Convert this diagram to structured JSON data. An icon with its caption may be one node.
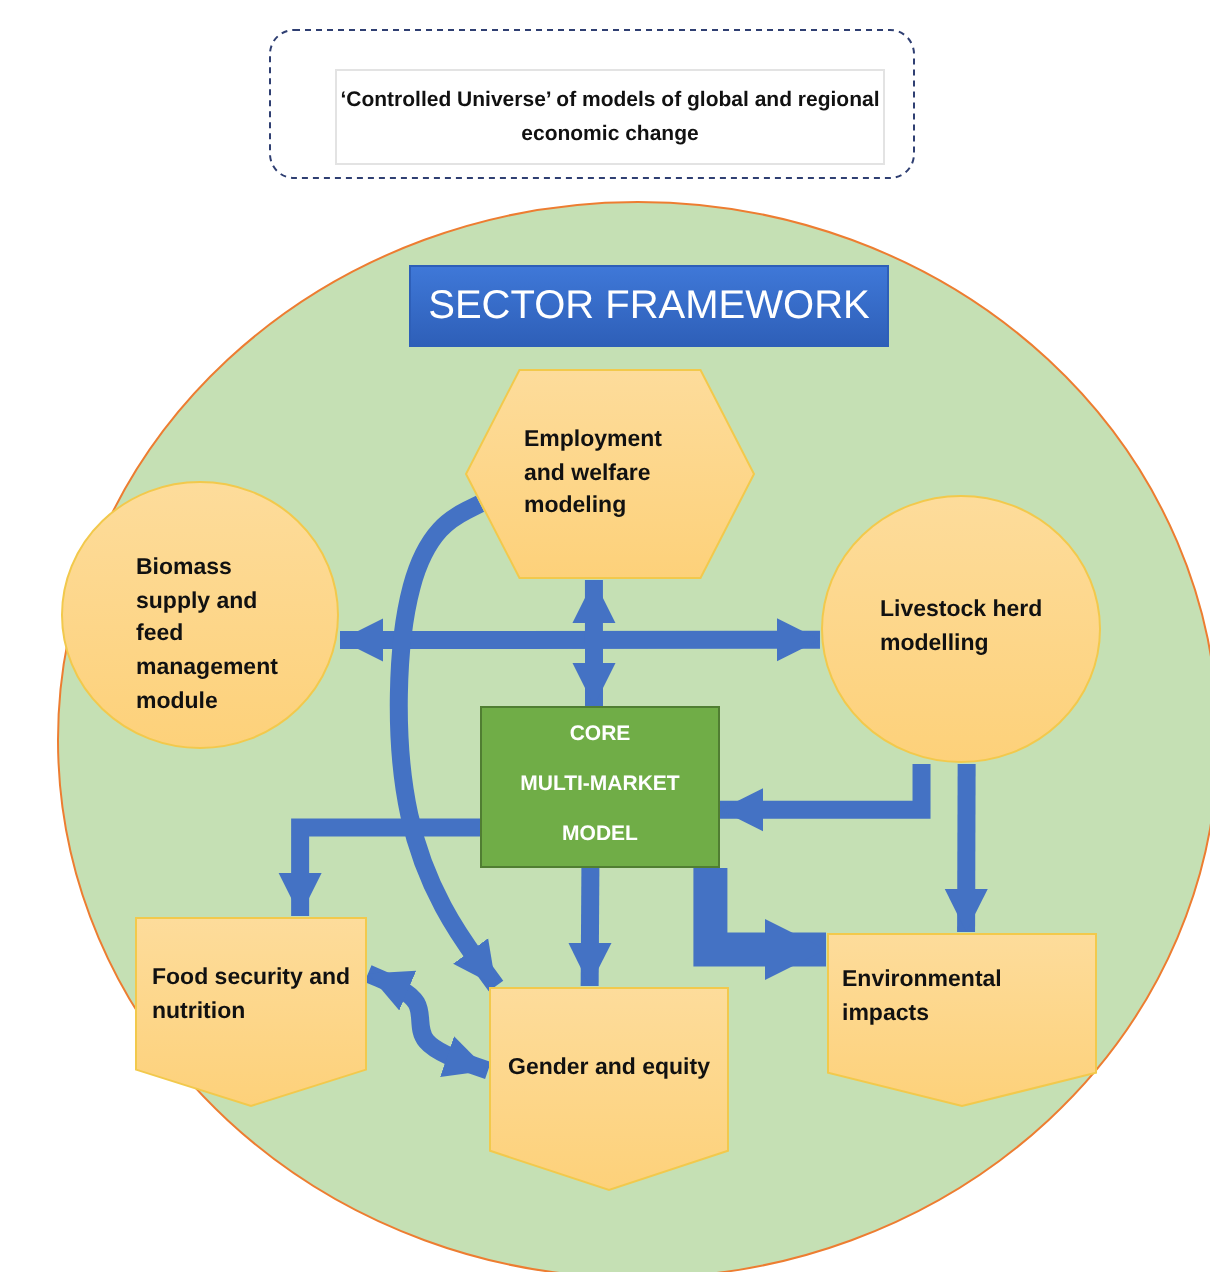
{
  "diagram": {
    "nodes": [
      {
        "text": [
          "‘Controlled Universe’ of models of global and regional economic change"
        ]
      },
      {
        "text": [],
        "shape": "circle"
      },
      {
        "text": [
          "SECTOR FRAMEWORK"
        ],
        "in": 1
      },
      {
        "text": [
          "Employment and welfare modeling"
        ],
        "in": 1
      },
      {
        "text": [
          "Biomass supply and feed management module"
        ],
        "in": 1
      },
      {
        "text": [
          "Livestock herd modelling"
        ],
        "in": 1
      },
      {
        "text": [
          "CORE",
          "MULTI-MARKET",
          "MODEL"
        ],
        "in": 1
      },
      {
        "text": [
          "Food security and nutrition"
        ],
        "in": 1
      },
      {
        "text": [
          "Gender and equity"
        ],
        "in": 1
      },
      {
        "text": [
          "Environmental impacts"
        ],
        "in": 1
      }
    ],
    "edges": [
      {
        "from": 4,
        "to": 5,
        "arrow": "both"
      },
      {
        "from": 3,
        "to": 6,
        "arrow": "both"
      },
      {
        "from": 3,
        "to": 8,
        "arrow": "to"
      },
      {
        "from": 5,
        "to": 6,
        "arrow": "to"
      },
      {
        "from": 5,
        "to": 9,
        "arrow": "to"
      },
      {
        "from": 6,
        "to": 7,
        "arrow": "to"
      },
      {
        "from": 6,
        "to": 8,
        "arrow": "to"
      },
      {
        "from": 6,
        "to": 9,
        "arrow": "to",
        "style": "thick"
      },
      {
        "from": 7,
        "to": 8,
        "arrow": "both"
      }
    ]
  }
}
